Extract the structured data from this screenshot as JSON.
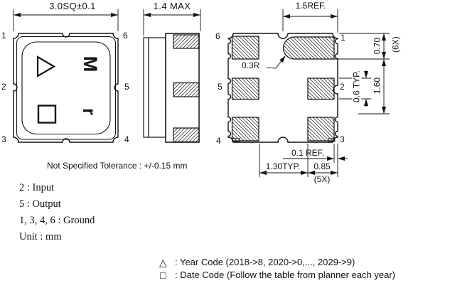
{
  "pins": {
    "p1": "1",
    "p2": "2",
    "p3": "3",
    "p4": "4",
    "p5": "5",
    "p6": "6"
  },
  "top_view": {
    "dim_label": "3.0SQ±0.1",
    "marking": {
      "letter1": "M",
      "letter2": "r"
    }
  },
  "side_view": {
    "dim_label": "1.4 MAX"
  },
  "bottom_view": {
    "dims": {
      "pad1_len": "1.5REF.",
      "corner_radius": "0.3R",
      "pad_height": "0.70",
      "pad_height_qty": "(6X)",
      "row_pitch": "1.60",
      "pad2_height": "0.6 TYP.",
      "edge_gap": "0.1 REF.",
      "col_gap": "1.30TYP.",
      "pad_width": "0.85",
      "pad_width_qty": "(5X)"
    }
  },
  "notes": {
    "tolerance": "Not Specified Tolerance : +/-0.15 mm",
    "pin_input": "2 : Input",
    "pin_output": "5 : Output",
    "pin_ground": "1, 3, 4, 6 : Ground",
    "unit": "Unit : mm"
  },
  "legend": {
    "year_symbol": "△",
    "year_text": ": Year Code (2018->8, 2020->0,..., 2029->9)",
    "date_symbol": "□",
    "date_text": ": Date Code (Follow the table from planner each year)"
  },
  "colors": {
    "line": "#1a1a1a",
    "background": "#ffffff"
  }
}
